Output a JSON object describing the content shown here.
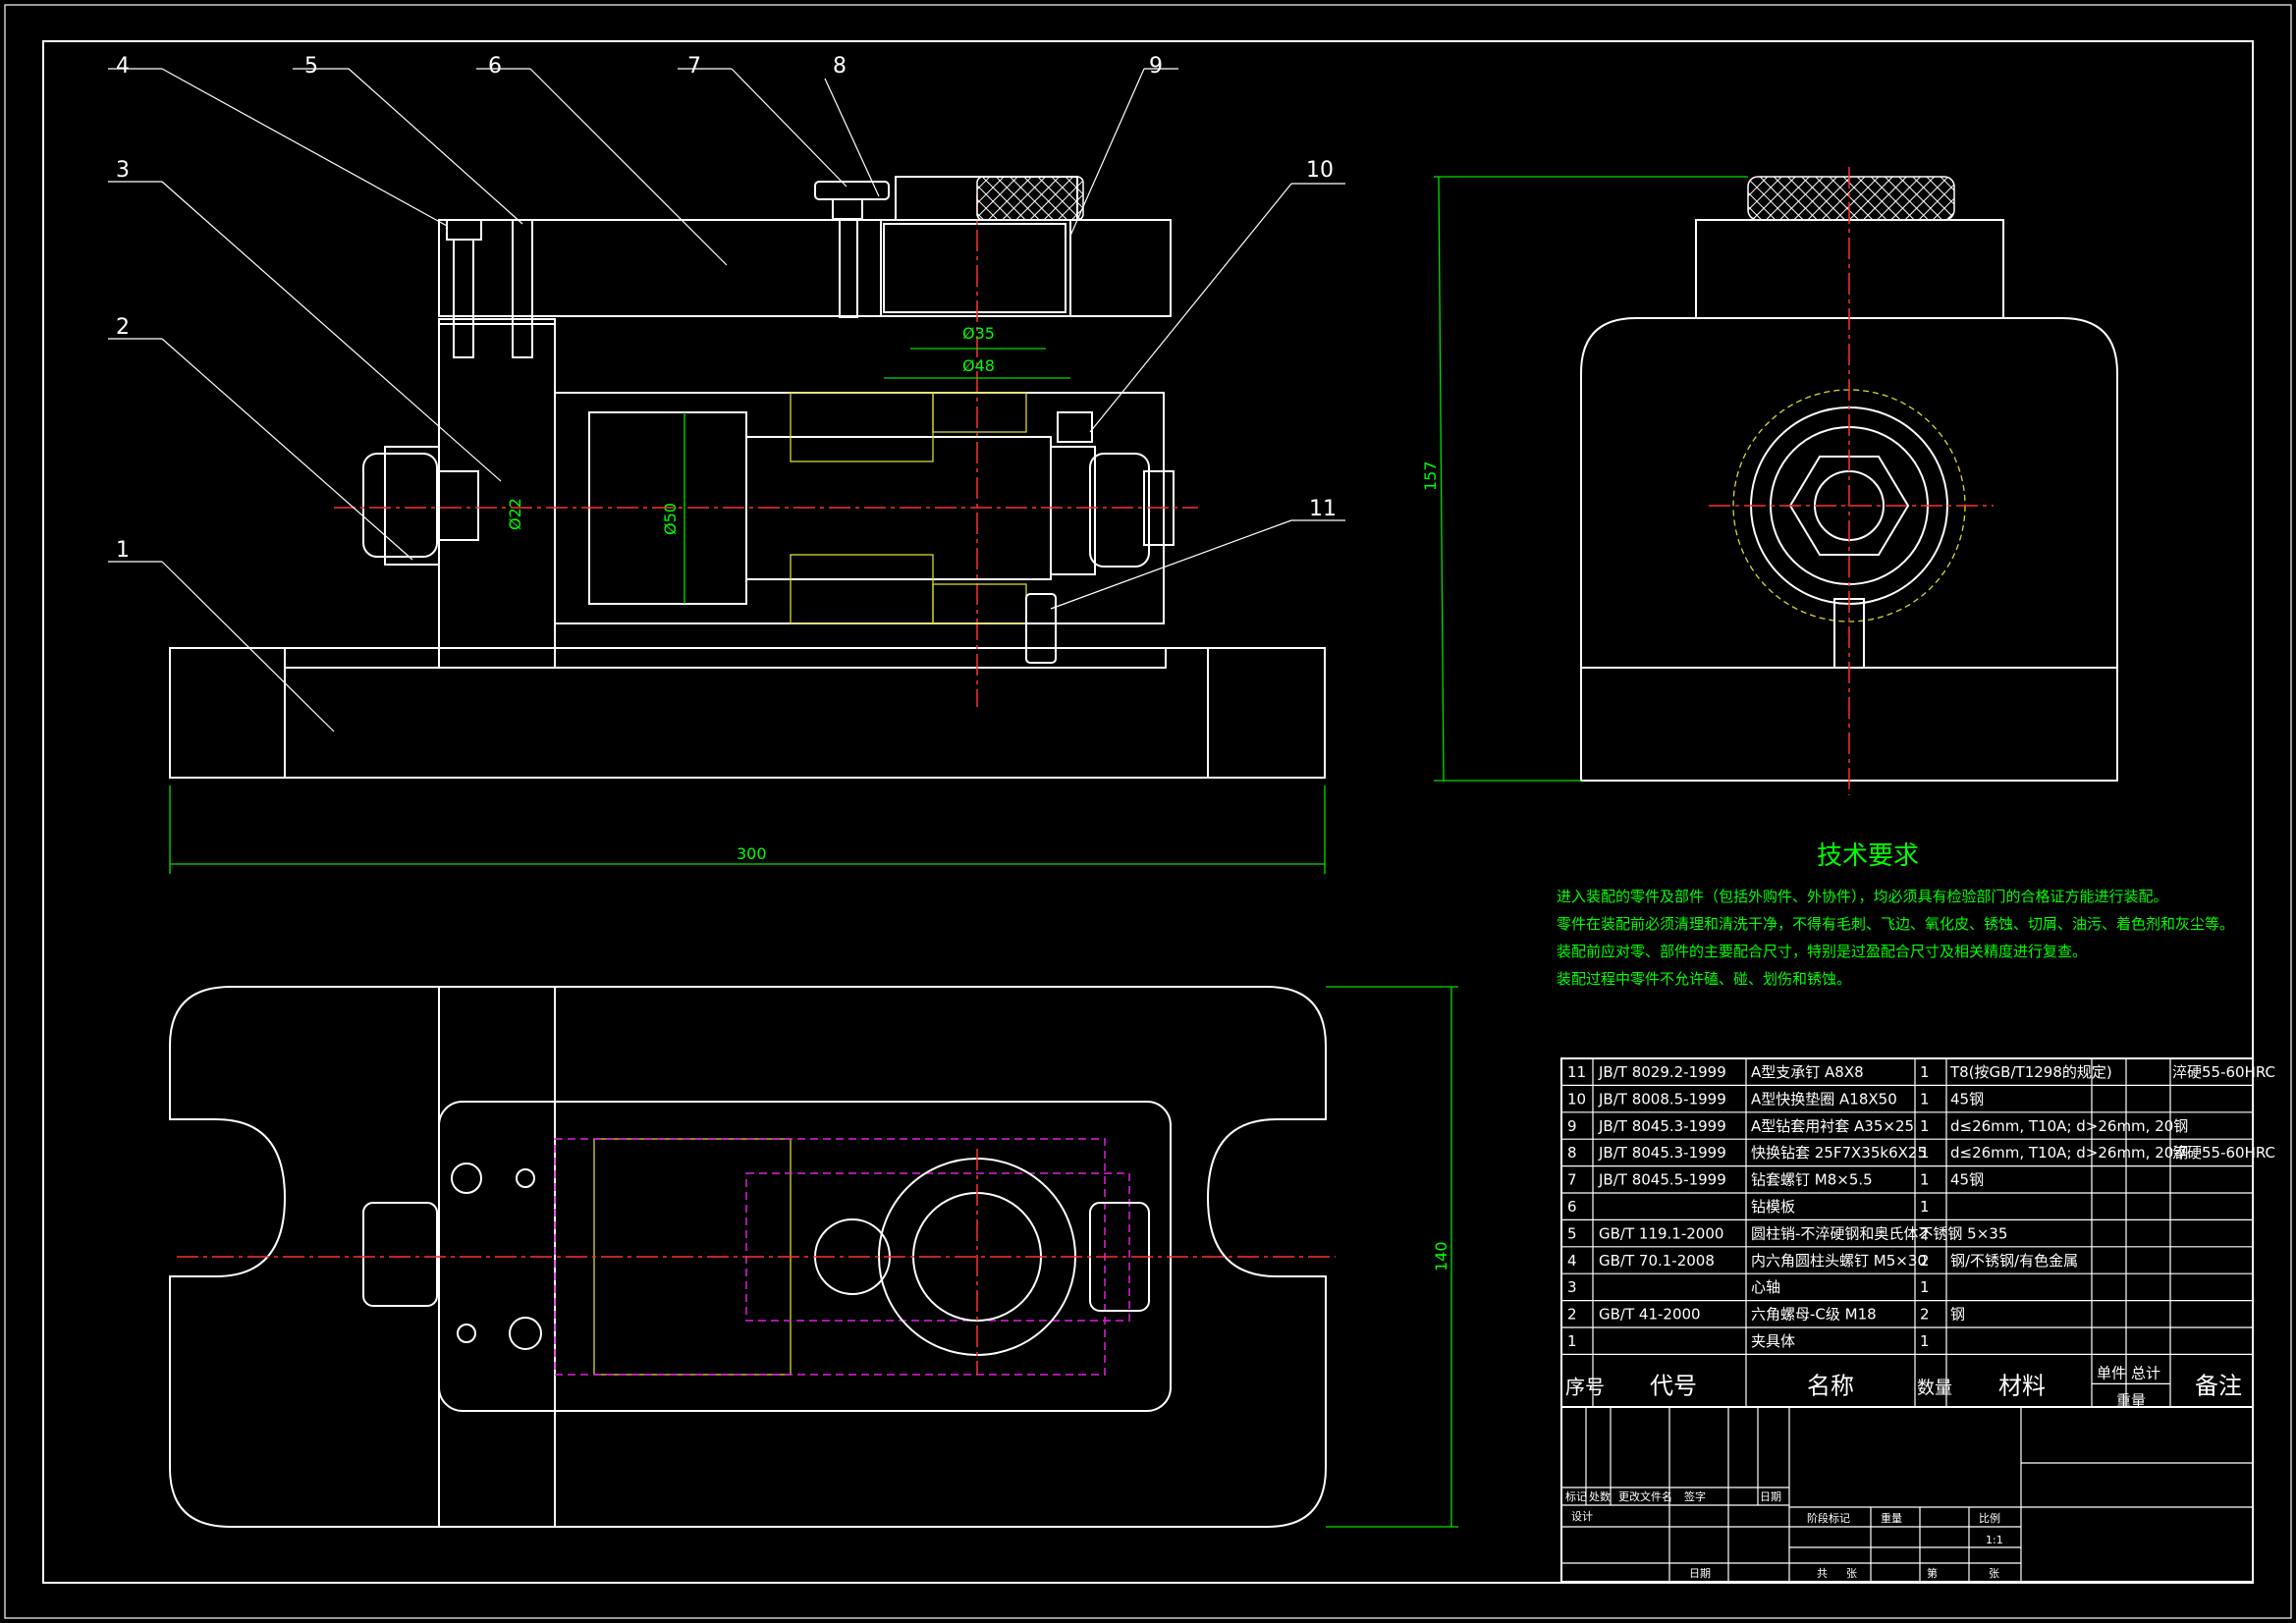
{
  "balloons": [
    "1",
    "2",
    "3",
    "4",
    "5",
    "6",
    "7",
    "8",
    "9",
    "10",
    "11"
  ],
  "dimensions": {
    "overall_length": "300",
    "bushing_dia_1": "Ø35",
    "bushing_dia_2": "Ø48",
    "pin_dia": "Ø22",
    "mandrel_dia": "Ø50",
    "side_height": "157",
    "plan_width": "140"
  },
  "tech_requirements": {
    "title": "技术要求",
    "items": [
      "进入装配的零件及部件（包括外购件、外协件），均必须具有检验部门的合格证方能进行装配。",
      "零件在装配前必须清理和清洗干净，不得有毛刺、飞边、氧化皮、锈蚀、切屑、油污、着色剂和灰尘等。",
      "装配前应对零、部件的主要配合尺寸，特别是过盈配合尺寸及相关精度进行复查。",
      "装配过程中零件不允许磕、碰、划伤和锈蚀。"
    ]
  },
  "bom": {
    "rows": [
      {
        "no": "11",
        "code": "JB/T 8029.2-1999",
        "name": "A型支承钉 A8X8",
        "qty": "1",
        "material": "T8(按GB/T1298的规定)",
        "note": "淬硬55-60HRC"
      },
      {
        "no": "10",
        "code": "JB/T 8008.5-1999",
        "name": "A型快换垫圈 A18X50",
        "qty": "1",
        "material": "45钢",
        "note": ""
      },
      {
        "no": "9",
        "code": "JB/T 8045.3-1999",
        "name": "A型钻套用衬套 A35×25",
        "qty": "1",
        "material": "d≤26mm, T10A; d>26mm, 20钢",
        "note": ""
      },
      {
        "no": "8",
        "code": "JB/T 8045.3-1999",
        "name": "快换钻套 25F7X35k6X25",
        "qty": "1",
        "material": "d≤26mm, T10A; d>26mm, 20钢",
        "note": "淬硬55-60HRC"
      },
      {
        "no": "7",
        "code": "JB/T 8045.5-1999",
        "name": "钻套螺钉 M8×5.5",
        "qty": "1",
        "material": "45钢",
        "note": ""
      },
      {
        "no": "6",
        "code": "",
        "name": "钻模板",
        "qty": "1",
        "material": "",
        "note": ""
      },
      {
        "no": "5",
        "code": "GB/T 119.1-2000",
        "name": "圆柱销-不淬硬钢和奥氏体不锈钢 5×35",
        "qty": "2",
        "material": "",
        "note": ""
      },
      {
        "no": "4",
        "code": "GB/T 70.1-2008",
        "name": "内六角圆柱头螺钉 M5×30",
        "qty": "2",
        "material": "钢/不锈钢/有色金属",
        "note": ""
      },
      {
        "no": "3",
        "code": "",
        "name": "心轴",
        "qty": "1",
        "material": "",
        "note": ""
      },
      {
        "no": "2",
        "code": "GB/T 41-2000",
        "name": "六角螺母-C级 M18",
        "qty": "2",
        "material": "钢",
        "note": ""
      },
      {
        "no": "1",
        "code": "",
        "name": "夹具体",
        "qty": "1",
        "material": "",
        "note": ""
      }
    ],
    "header": {
      "no": "序号",
      "code": "代号",
      "name": "名称",
      "qty": "数量",
      "material": "材料",
      "unit": "单件",
      "total": "总计",
      "weight": "重量",
      "note": "备注"
    }
  },
  "title_block": {
    "rev_labels": [
      "标记",
      "处数",
      "更改文件名",
      "签字",
      "日期"
    ],
    "design": "设计",
    "date": "日期",
    "stage": "阶段标记",
    "weight": "重量",
    "scale_label": "比例",
    "scale": "1:1",
    "total": "共",
    "sheet": "张",
    "page": "第",
    "page_unit": "张"
  }
}
